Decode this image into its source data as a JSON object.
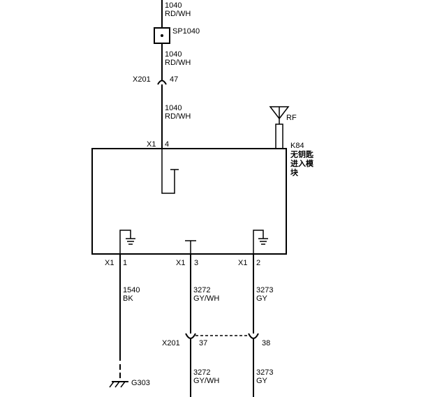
{
  "wires": {
    "top_segment_1": {
      "circuit": "1040",
      "color": "RD/WH"
    },
    "top_segment_2": {
      "circuit": "1040",
      "color": "RD/WH"
    },
    "top_segment_3": {
      "circuit": "1040",
      "color": "RD/WH"
    },
    "pin1_wire": {
      "circuit": "1540",
      "color": "BK"
    },
    "pin3_wire_upper": {
      "circuit": "3272",
      "color": "GY/WH"
    },
    "pin3_wire_lower": {
      "circuit": "3272",
      "color": "GY/WH"
    },
    "pin2_wire_upper": {
      "circuit": "3273",
      "color": "GY"
    },
    "pin2_wire_lower": {
      "circuit": "3273",
      "color": "GY"
    }
  },
  "splice": {
    "label": "SP1040"
  },
  "connectors": {
    "x201_top": {
      "name": "X201",
      "pin": "47"
    },
    "x201_bottom": {
      "name": "X201",
      "pin_left": "37",
      "pin_right": "38"
    },
    "x1_pin4": {
      "name": "X1",
      "pin": "4"
    },
    "x1_pin1": {
      "name": "X1",
      "pin": "1"
    },
    "x1_pin3": {
      "name": "X1",
      "pin": "3"
    },
    "x1_pin2": {
      "name": "X1",
      "pin": "2"
    }
  },
  "module": {
    "id": "K84",
    "name_line1": "无钥匙",
    "name_line2": "进入模",
    "name_line3": "块"
  },
  "antenna": {
    "label": "RF"
  },
  "ground": {
    "label": "G303"
  }
}
